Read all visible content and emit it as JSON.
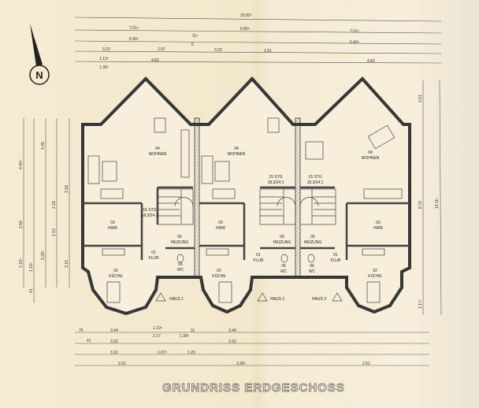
{
  "title": "GRUNDRISS ERDGESCHOSS",
  "north_label": "N",
  "houses": [
    "HAUS 1",
    "HAUS 2",
    "HAUS 3"
  ],
  "rooms": {
    "wohnen": {
      "number": "04",
      "name": "WOHNEN"
    },
    "hwr": {
      "number": "03",
      "name": "HWR"
    },
    "stair": {
      "number": "15 STG",
      "name": "18.3/24.1"
    },
    "heizung": {
      "number": "05",
      "name": "HEIZUNG"
    },
    "flur": {
      "number": "01",
      "name": "FLUR"
    },
    "wc": {
      "number": "06",
      "name": "WC"
    },
    "kueche": {
      "number": "02",
      "name": "KÜCHE"
    }
  },
  "dimensions": {
    "top": [
      "20.83⁵",
      "7.01⁵",
      "6.80⁵",
      "7.01⁵",
      "6.40⁵",
      "6.40⁵",
      "3.32",
      "2.97",
      "3.32",
      "2.91",
      "4.82",
      "4.82",
      "1.13⁵",
      "1.38⁵",
      "11⁵",
      "5"
    ],
    "bottom": [
      "3.44",
      "3.44",
      "3.32",
      "3.32",
      "3.32",
      "1.67⁵",
      "1.20",
      "2.62",
      "3.36⁵",
      "2.62",
      "1.10⁵",
      "2.17",
      "1.38⁵",
      "11",
      "41",
      "76"
    ],
    "left": [
      "4.40⁵",
      "2.50",
      "2.15⁵",
      "4.45",
      "2.18",
      "1.13",
      "3.18",
      "3.16",
      "5.29⁵",
      "41",
      "1.15⁵"
    ],
    "right": [
      "2.61",
      "8.70",
      "1.17⁵",
      "14.11⁵"
    ]
  }
}
